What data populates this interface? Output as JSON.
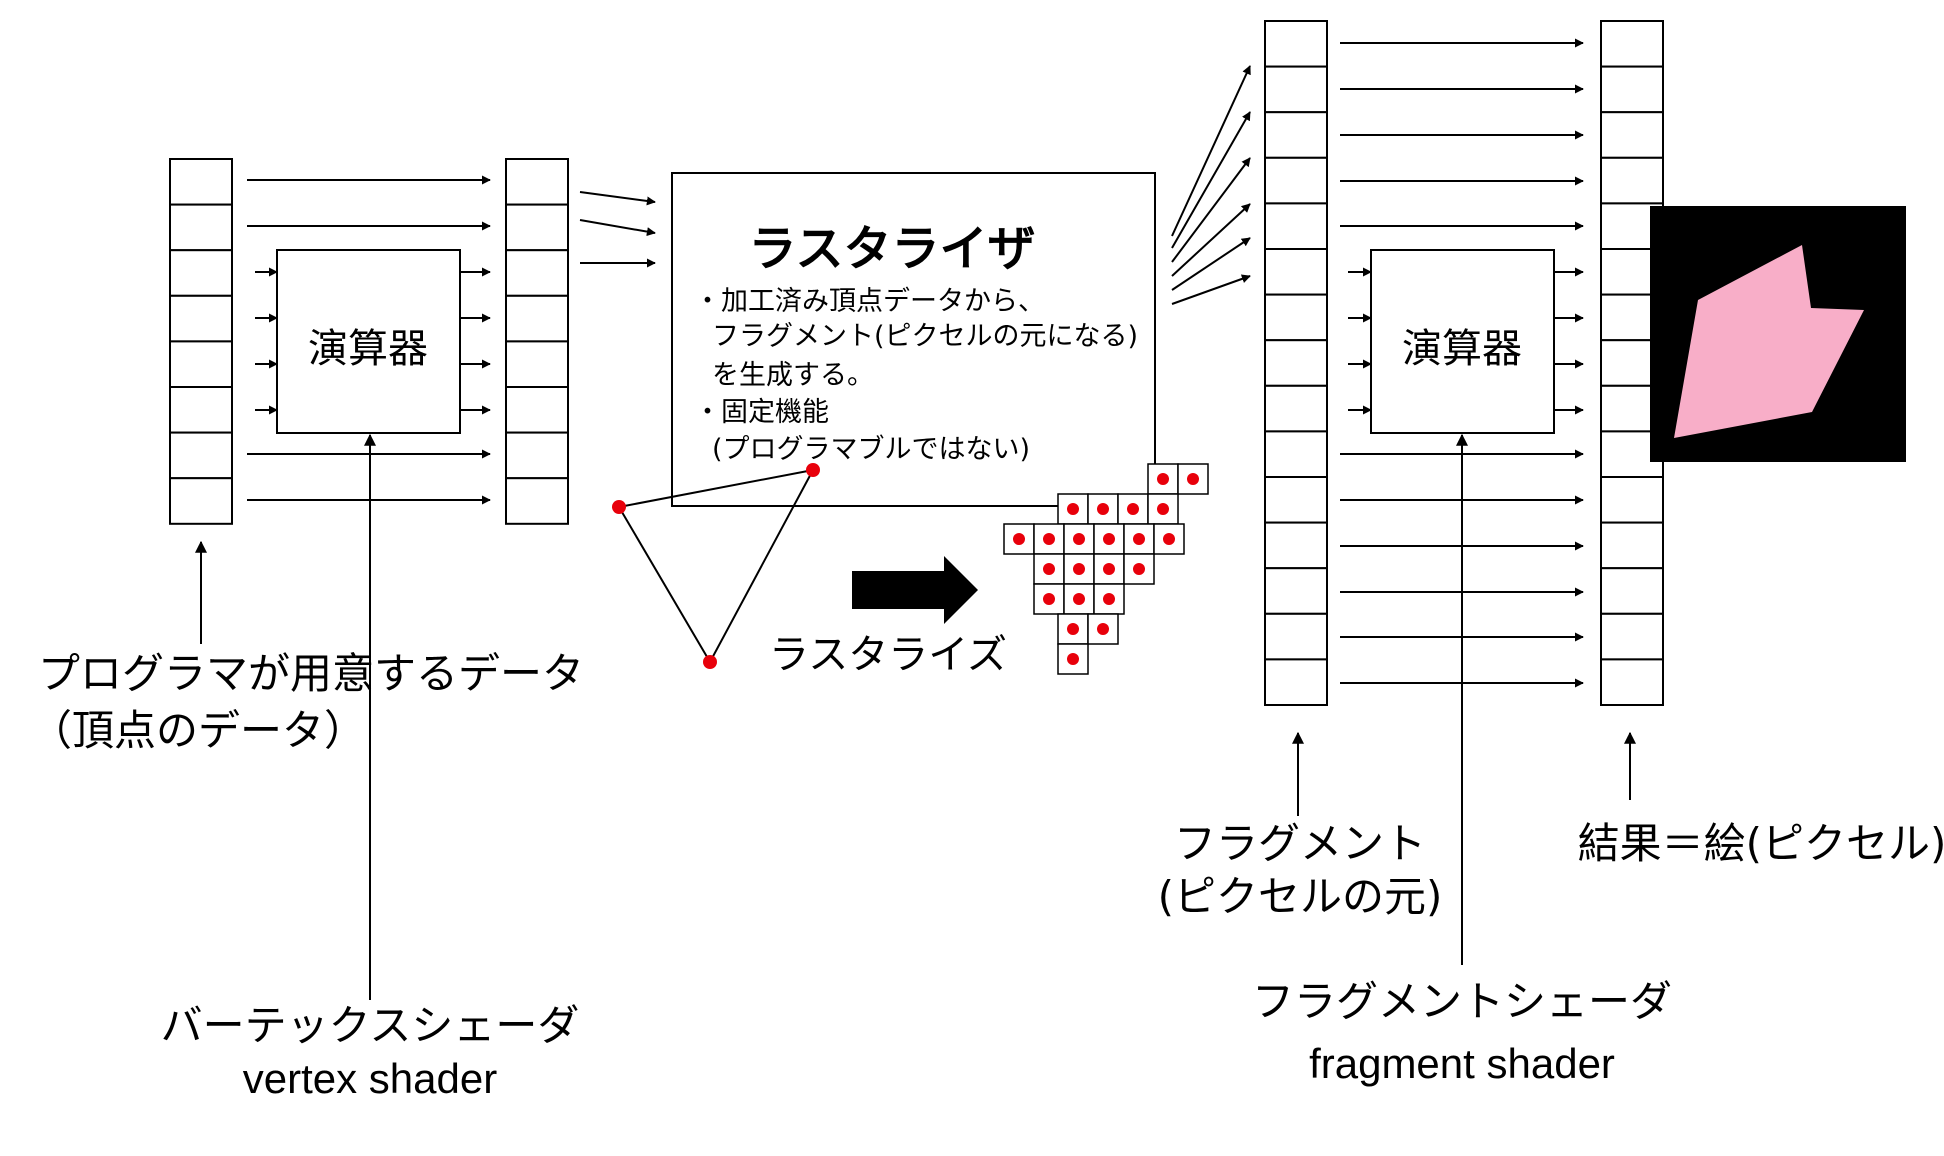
{
  "alu_label": "演算器",
  "rasterizer": {
    "title": "ラスタライザ",
    "bullets": [
      "・加工済み頂点データから、",
      "フラグメント(ピクセルの元になる)",
      "を生成する。",
      "・固定機能",
      "(プログラマブルではない)"
    ]
  },
  "rasterize_label": "ラスタライズ",
  "labels": {
    "vertex_data_line1": "プログラマが用意するデータ",
    "vertex_data_line2": "（頂点のデータ）",
    "vertex_shader_ja": "バーテックスシェーダ",
    "vertex_shader_en": "vertex shader",
    "fragment_line1": "フラグメント",
    "fragment_line2": "(ピクセルの元)",
    "fragment_shader_ja": "フラグメントシェーダ",
    "fragment_shader_en": "fragment shader",
    "result": "結果＝絵(ピクセル)"
  },
  "colors": {
    "line": "#000000",
    "dot": "#e8000b",
    "pink": "#f8aec8",
    "black_panel": "#000000"
  }
}
